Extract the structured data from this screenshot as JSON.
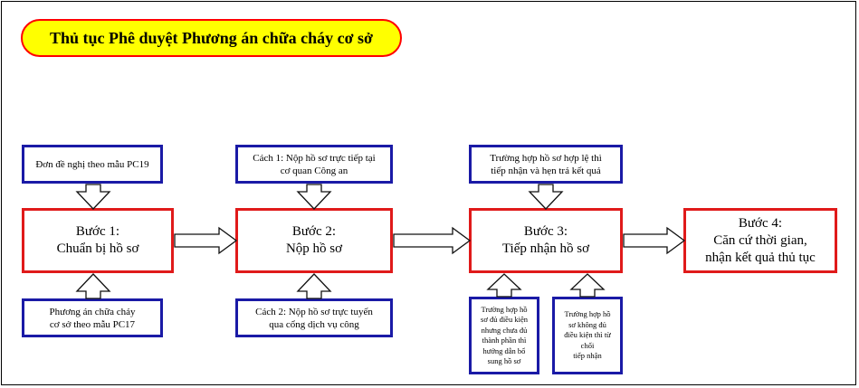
{
  "title": "Thủ tục Phê duyệt Phương án chữa cháy cơ sở",
  "steps": [
    {
      "label": "Bước 1:\nChuẩn bị hồ sơ"
    },
    {
      "label": "Bước 2:\nNộp hồ sơ"
    },
    {
      "label": "Bước 3:\nTiếp nhận hồ sơ"
    },
    {
      "label": "Bước 4:\nCăn cứ thời gian,\nnhận kết quả thủ tục"
    }
  ],
  "inputs": {
    "step1_top": "Đơn đề nghị theo mẫu PC19",
    "step1_bottom": "Phương án chữa cháy\ncơ sở theo mẫu PC17",
    "step2_top": "Cách 1: Nộp hồ sơ trực tiếp tại\ncơ quan Công an",
    "step2_bottom": "Cách 2: Nộp hồ sơ trực tuyến\nqua cổng dịch vụ công",
    "step3_top": "Trường hợp hồ sơ hợp lệ thì\ntiếp nhận và hẹn trả kết quả",
    "step3_bottom_left": "Trường hợp hồ\nsơ đủ điều kiện\nnhưng chưa đủ\nthành phần thì\nhướng dẫn bổ\nsung hồ sơ",
    "step3_bottom_right": "Trường hợp hồ\nsơ không đủ\nđiều kiện thì từ chối\ntiếp nhận"
  },
  "colors": {
    "title_fill": "#ffff00",
    "title_border": "#ff0000",
    "step_border": "#e01a1a",
    "input_border": "#1a1aa6"
  }
}
